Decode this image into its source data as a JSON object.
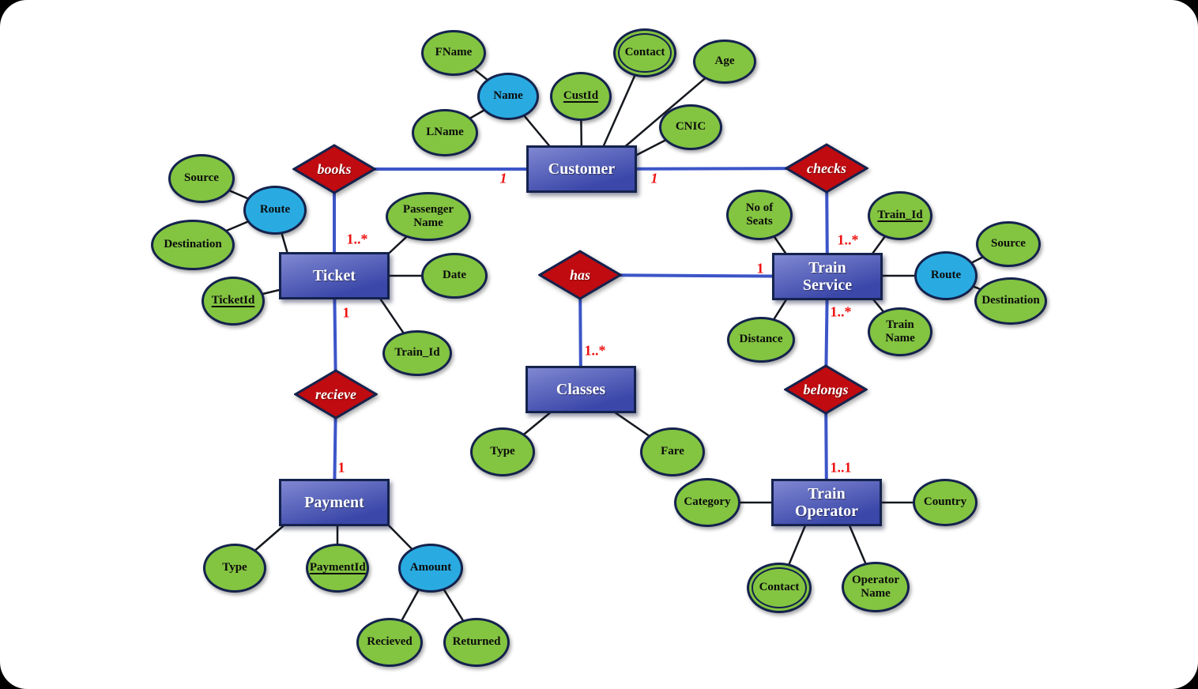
{
  "diagram": {
    "type": "entity-relationship-diagram",
    "entities": {
      "customer": {
        "label": "Customer"
      },
      "ticket": {
        "label": "Ticket"
      },
      "train_service": {
        "label": "Train Service"
      },
      "classes": {
        "label": "Classes"
      },
      "payment": {
        "label": "Payment"
      },
      "train_operator": {
        "label": "Train Operator"
      }
    },
    "relationships": {
      "books": {
        "label": "books",
        "cardinality_customer": "1",
        "cardinality_ticket": "1..*"
      },
      "checks": {
        "label": "checks",
        "cardinality_customer": "1",
        "cardinality_train_service": "1..*"
      },
      "has": {
        "label": "has",
        "cardinality_train_service": "1",
        "cardinality_classes": "1..*"
      },
      "recieve": {
        "label": "recieve",
        "cardinality_ticket": "1",
        "cardinality_payment": "1"
      },
      "belongs": {
        "label": "belongs",
        "cardinality_train_service": "1..*",
        "cardinality_train_operator": "1..1"
      }
    },
    "attributes": {
      "customer": {
        "fname": {
          "label": "FName",
          "kind": "simple"
        },
        "name": {
          "label": "Name",
          "kind": "composite"
        },
        "lname": {
          "label": "LName",
          "kind": "simple"
        },
        "custid": {
          "label": "CustId",
          "kind": "key"
        },
        "contact": {
          "label": "Contact",
          "kind": "multivalued"
        },
        "age": {
          "label": "Age",
          "kind": "simple"
        },
        "cnic": {
          "label": "CNIC",
          "kind": "simple"
        }
      },
      "ticket": {
        "source": {
          "label": "Source",
          "kind": "simple"
        },
        "route": {
          "label": "Route",
          "kind": "composite"
        },
        "destination": {
          "label": "Destination",
          "kind": "simple"
        },
        "ticketid": {
          "label": "TicketId",
          "kind": "key"
        },
        "passenger_name": {
          "label": "Passenger Name",
          "kind": "simple"
        },
        "date": {
          "label": "Date",
          "kind": "simple"
        },
        "train_id": {
          "label": "Train_Id",
          "kind": "simple"
        }
      },
      "train_service": {
        "no_of_seats": {
          "label": "No of Seats",
          "kind": "simple"
        },
        "train_id": {
          "label": "Train_Id",
          "kind": "key"
        },
        "route": {
          "label": "Route",
          "kind": "composite"
        },
        "source": {
          "label": "Source",
          "kind": "simple"
        },
        "destination": {
          "label": "Destination",
          "kind": "simple"
        },
        "train_name": {
          "label": "Train Name",
          "kind": "simple"
        },
        "distance": {
          "label": "Distance",
          "kind": "simple"
        }
      },
      "classes": {
        "type": {
          "label": "Type",
          "kind": "simple"
        },
        "fare": {
          "label": "Fare",
          "kind": "simple"
        }
      },
      "payment": {
        "type": {
          "label": "Type",
          "kind": "simple"
        },
        "paymentid": {
          "label": "PaymentId",
          "kind": "key"
        },
        "amount": {
          "label": "Amount",
          "kind": "composite"
        },
        "recieved": {
          "label": "Recieved",
          "kind": "simple"
        },
        "returned": {
          "label": "Returned",
          "kind": "simple"
        }
      },
      "train_operator": {
        "category": {
          "label": "Category",
          "kind": "simple"
        },
        "country": {
          "label": "Country",
          "kind": "simple"
        },
        "contact": {
          "label": "Contact",
          "kind": "multivalued"
        },
        "operator_name": {
          "label": "Operator Name",
          "kind": "simple"
        }
      }
    },
    "colors": {
      "background": "#000000",
      "surface": "#ffffff",
      "entity_fill_top": "#7f88d2",
      "entity_fill_bottom": "#3b47a9",
      "attribute_green": "#83c441",
      "attribute_blue": "#29abe2",
      "relationship_red": "#c00b10",
      "outline_navy": "#14224d",
      "edge_blue": "#3c55c8",
      "edge_black": "#15181e",
      "cardinality_red": "#ee1111"
    }
  }
}
